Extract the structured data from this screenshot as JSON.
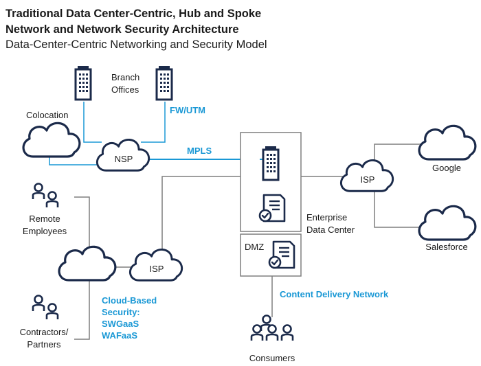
{
  "title": {
    "line1": "Traditional Data Center-Centric, Hub and Spoke",
    "line2": "Network and Network Security Architecture",
    "subtitle": "Data-Center-Centric Networking and Security Model"
  },
  "nodes": {
    "branch_offices": [
      "Branch",
      "Offices"
    ],
    "colocation": "Colocation",
    "fw_utm": "FW/UTM",
    "nsp": "NSP",
    "mpls": "MPLS",
    "isp_right": "ISP",
    "google": "Google",
    "salesforce": "Salesforce",
    "enterprise_dc": [
      "Enterprise",
      "Data Center"
    ],
    "dmz": "DMZ",
    "remote_employees": [
      "Remote",
      "Employees"
    ],
    "isp_left": "ISP",
    "cloud_security": [
      "Cloud-Based",
      "Security:",
      "SWGaaS",
      "WAFaaS"
    ],
    "contractors": [
      "Contractors/",
      "Partners"
    ],
    "cdn": "Content Delivery Network",
    "consumers": "Consumers"
  },
  "colors": {
    "navy": "#1b2a4a",
    "accent_blue": "#1a98d5",
    "line_gray": "#7f7f7f",
    "line_blue": "#1a98d5"
  }
}
